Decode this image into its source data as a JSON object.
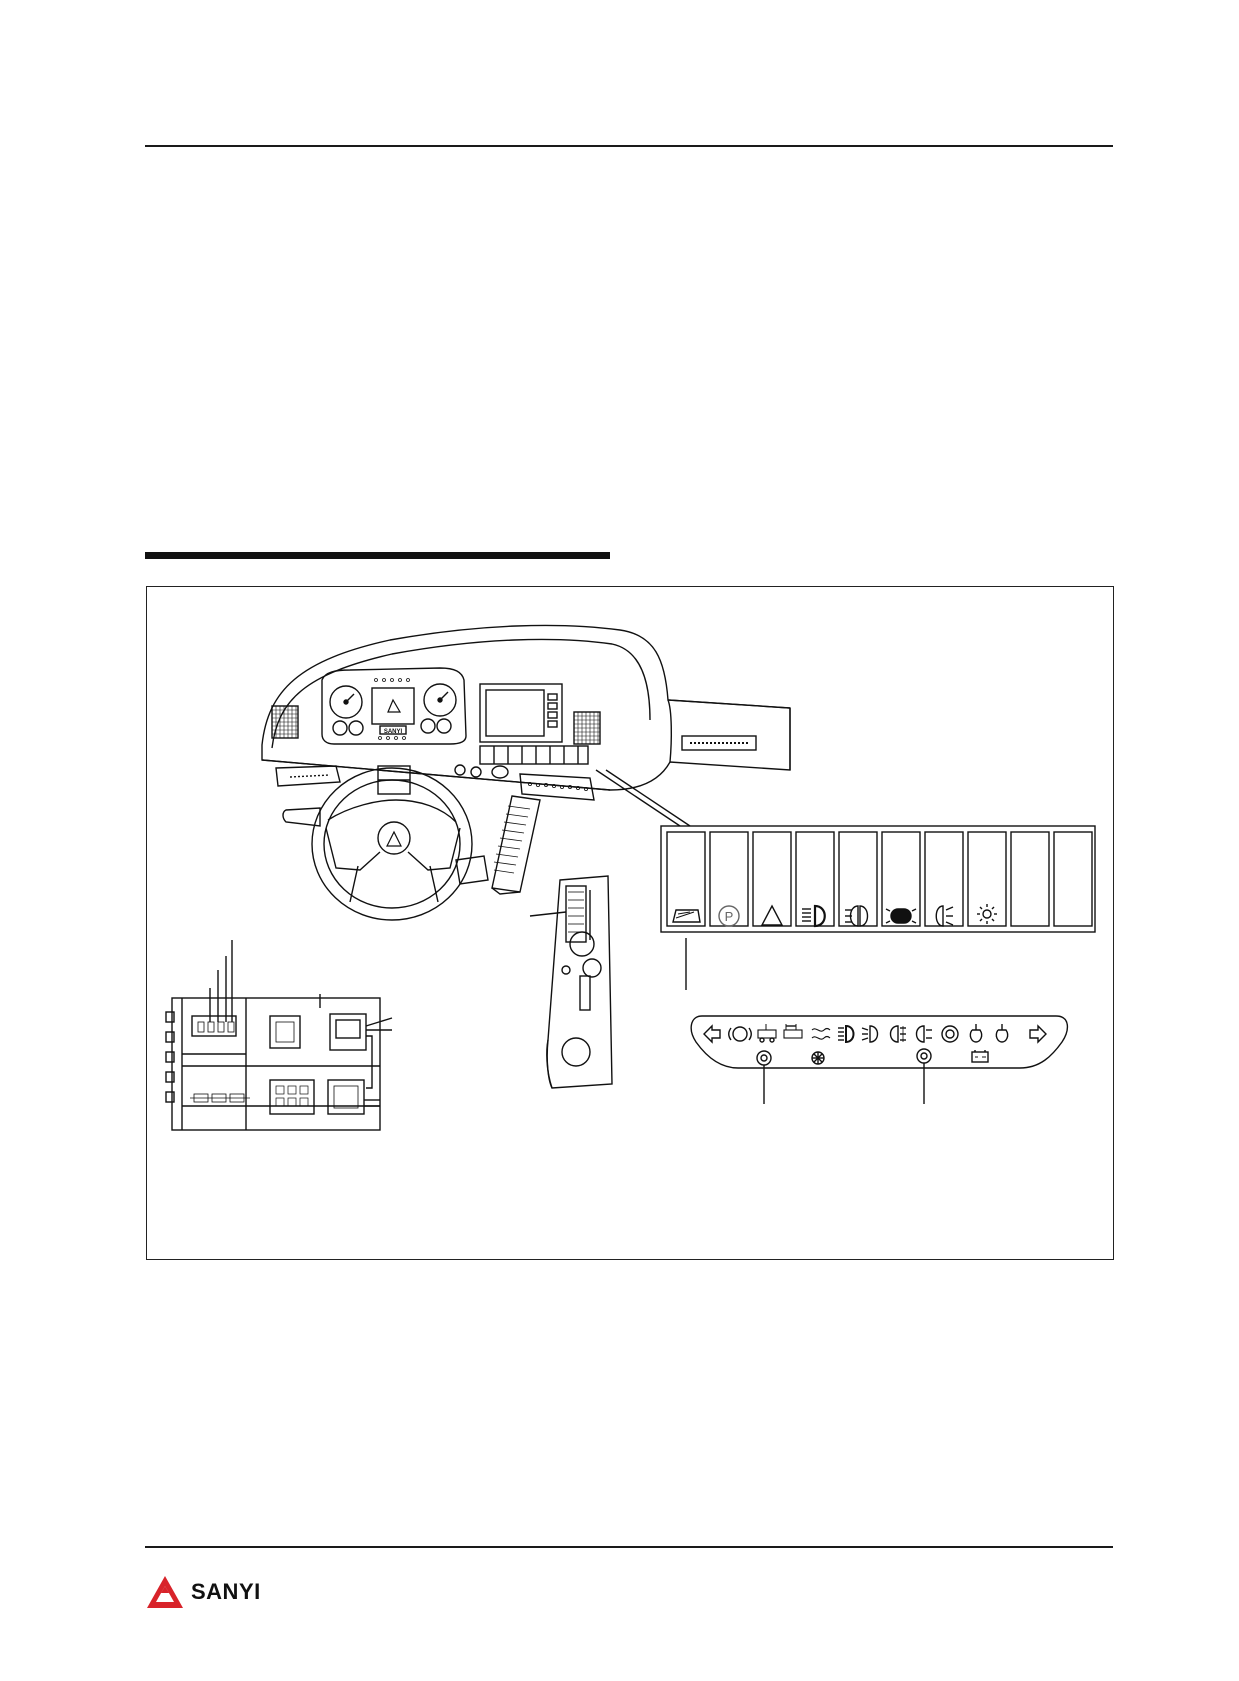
{
  "document": {
    "brand": {
      "name": "SANYI",
      "logo_color": "#d8232a"
    },
    "figure": {
      "cluster_logo_text": "SANYI",
      "switch_panel_icons": [
        "wiper-icon",
        "parking-brake-icon",
        "hazard-icon",
        "high-beam-icon",
        "fog-light-icon",
        "rear-fog-icon",
        "low-beam-icon",
        "interior-light-icon",
        "blank",
        "blank"
      ],
      "indicator_strip_icons": [
        "left-turn-icon",
        "brake-icon",
        "kneeling-icon",
        "door-icon",
        "preheat-icon",
        "high-beam-icon",
        "low-beam-icon",
        "front-fog-icon",
        "rear-fog-icon",
        "abs-icon",
        "oil-pressure-icon",
        "oil-pressure-icon",
        "right-turn-icon",
        "battery-icon"
      ]
    }
  }
}
